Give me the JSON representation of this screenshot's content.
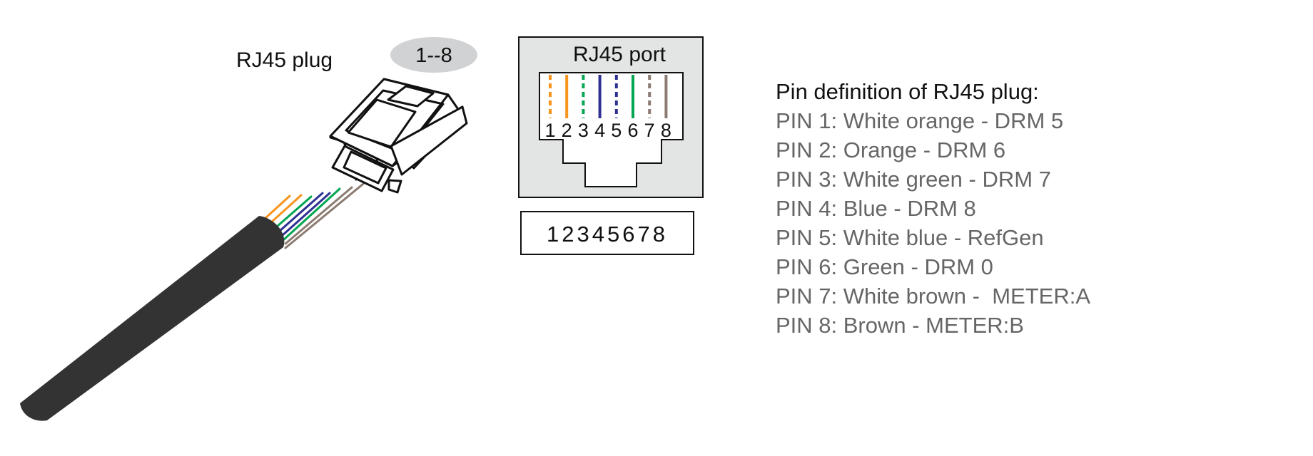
{
  "plug": {
    "title": "RJ45 plug",
    "badge": "1--8"
  },
  "port": {
    "title": "RJ45 port",
    "pin_numbers": [
      "1",
      "2",
      "3",
      "4",
      "5",
      "6",
      "7",
      "8"
    ],
    "wires": [
      {
        "pin": "1",
        "color": "#f7941d",
        "style": "dashed"
      },
      {
        "pin": "2",
        "color": "#f7941d",
        "style": "solid"
      },
      {
        "pin": "3",
        "color": "#00a651",
        "style": "dashed"
      },
      {
        "pin": "4",
        "color": "#2e3192",
        "style": "solid"
      },
      {
        "pin": "5",
        "color": "#2e3192",
        "style": "dashed"
      },
      {
        "pin": "6",
        "color": "#00a651",
        "style": "solid"
      },
      {
        "pin": "7",
        "color": "#8c7b72",
        "style": "dashed"
      },
      {
        "pin": "8",
        "color": "#8c7b72",
        "style": "solid"
      }
    ]
  },
  "pin_box": {
    "label": "12345678"
  },
  "definition": {
    "heading": "Pin definition of RJ45 plug:",
    "pins": [
      "PIN 1: White orange - DRM 5",
      "PIN 2: Orange - DRM 6",
      "PIN 3: White green - DRM 7",
      "PIN 4: Blue - DRM 8",
      "PIN 5: White blue - RefGen",
      "PIN 6: Green - DRM 0",
      "PIN 7: White brown -  METER:A",
      "PIN 8: Brown - METER:B"
    ]
  },
  "colors": {
    "orange": "#f7941d",
    "green": "#00a651",
    "blue": "#2e3192",
    "brown": "#8c7b72",
    "cable": "#333333",
    "port_panel": "#e3e4e4",
    "badge": "#d1d2d3",
    "definition_text": "#666666"
  }
}
